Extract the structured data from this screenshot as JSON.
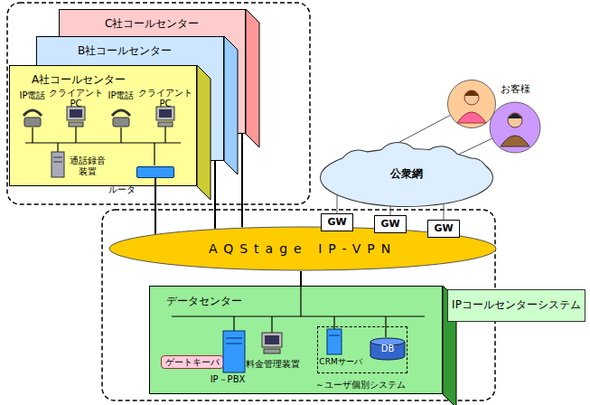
{
  "diagram": {
    "nodes": [
      {
        "text": [
          "C社コールセンター"
        ]
      },
      {
        "text": [
          "B社コールセンター"
        ]
      },
      {
        "text": [
          "A社コールセンター"
        ]
      },
      {
        "text": [
          "ルータ"
        ],
        "in": 2
      },
      {
        "text": [
          "お客様"
        ]
      },
      {
        "text": [
          "公衆網"
        ]
      },
      {
        "text": [
          "GW"
        ]
      },
      {
        "text": [
          "GW"
        ]
      },
      {
        "text": [
          "GW"
        ]
      },
      {
        "text": [
          "AQStage IP-VPN"
        ]
      },
      {
        "text": [
          "データセンター"
        ]
      },
      {
        "text": [
          "ゲートキーパ"
        ],
        "in": 10
      },
      {
        "text": [
          "～ユーザ個別システム"
        ],
        "in": 10
      },
      {
        "text": [
          "DB"
        ],
        "in": 12
      },
      {
        "text": [
          "IPコールセンターシステム"
        ]
      }
    ],
    "edges": [
      {
        "from": 3,
        "to": 9,
        "arrow": "none"
      },
      {
        "from": 1,
        "to": 9,
        "arrow": "none"
      },
      {
        "from": 0,
        "to": 9,
        "arrow": "none"
      },
      {
        "from": 10,
        "to": 9,
        "arrow": "none"
      },
      {
        "from": 6,
        "to": 5,
        "arrow": "none"
      },
      {
        "from": 7,
        "to": 5,
        "arrow": "none"
      },
      {
        "from": 8,
        "to": 5,
        "arrow": "none"
      },
      {
        "from": 5,
        "to": 4,
        "arrow": "none"
      }
    ],
    "labels": [
      "IP電話",
      "クライアント PC",
      "IP電話",
      "クライアント PC",
      "通話録音装置",
      "IP－PBX",
      "料金管理装置",
      "CRMサーバ"
    ]
  }
}
